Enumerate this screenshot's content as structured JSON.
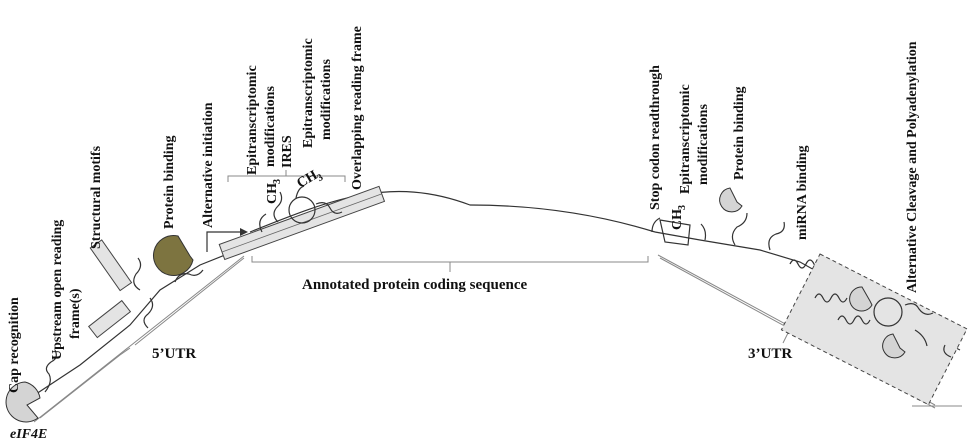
{
  "labels": {
    "cap_recognition": "Cap recognition",
    "eif4e": "eIF4E",
    "uorf_line1": "Upstream open reading",
    "uorf_line2": "frame(s)",
    "structural_motifs": "Structural motifs",
    "protein_binding_5": "Protein binding",
    "alternative_initiation": "Alternative initiation",
    "epi1_line1": "Epitranscriptomic",
    "epi1_line2": "modifications",
    "ires": "IRES",
    "epi2_line1": "Epitranscriptomic",
    "epi2_line2": "modifications",
    "overlapping_frame": "Overlapping reading frame",
    "ch3_main": "CH",
    "ch3_sub": "3",
    "stop_codon": "Stop codon readthrough",
    "epi3_line1": "Epitranscriptomic",
    "epi3_line2": "modifications",
    "protein_binding_3": "Protein binding",
    "mirna_binding": "miRNA binding",
    "alt_cleavage": "Alternative Cleavage and Polyadenylation",
    "utr5": "5’UTR",
    "cds": "Annotated protein coding sequence",
    "utr3": "3’UTR"
  },
  "colors": {
    "olive": "#7d7440",
    "light_gray": "#d4d4d4",
    "box_fill": "#e4e4e4"
  }
}
